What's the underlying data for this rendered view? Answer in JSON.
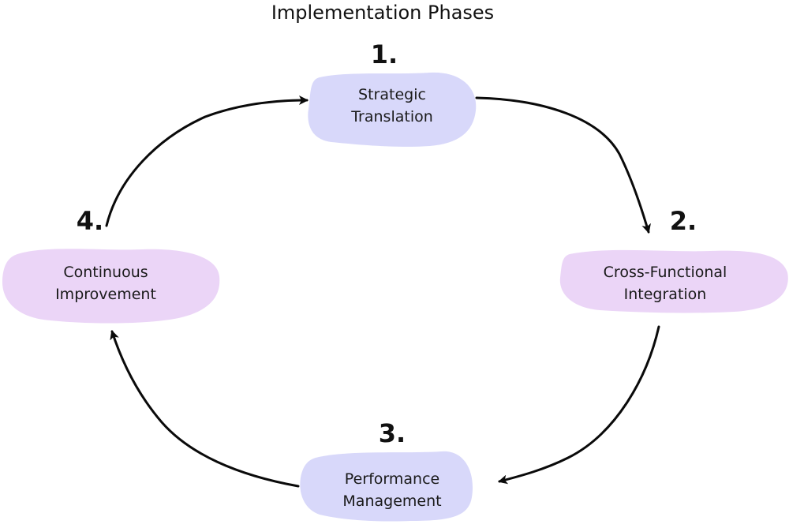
{
  "title": "Implementation Phases",
  "colors": {
    "phase_blue": "#d8d8fa",
    "phase_purple": "#ebd5f7",
    "arrow": "#0a0a0a"
  },
  "phases": [
    {
      "number": "1.",
      "line1": "Strategic",
      "line2": "Translation"
    },
    {
      "number": "2.",
      "line1": "Cross-Functional",
      "line2": "Integration"
    },
    {
      "number": "3.",
      "line1": "Performance",
      "line2": "Management"
    },
    {
      "number": "4.",
      "line1": "Continuous",
      "line2": "Improvement"
    }
  ]
}
